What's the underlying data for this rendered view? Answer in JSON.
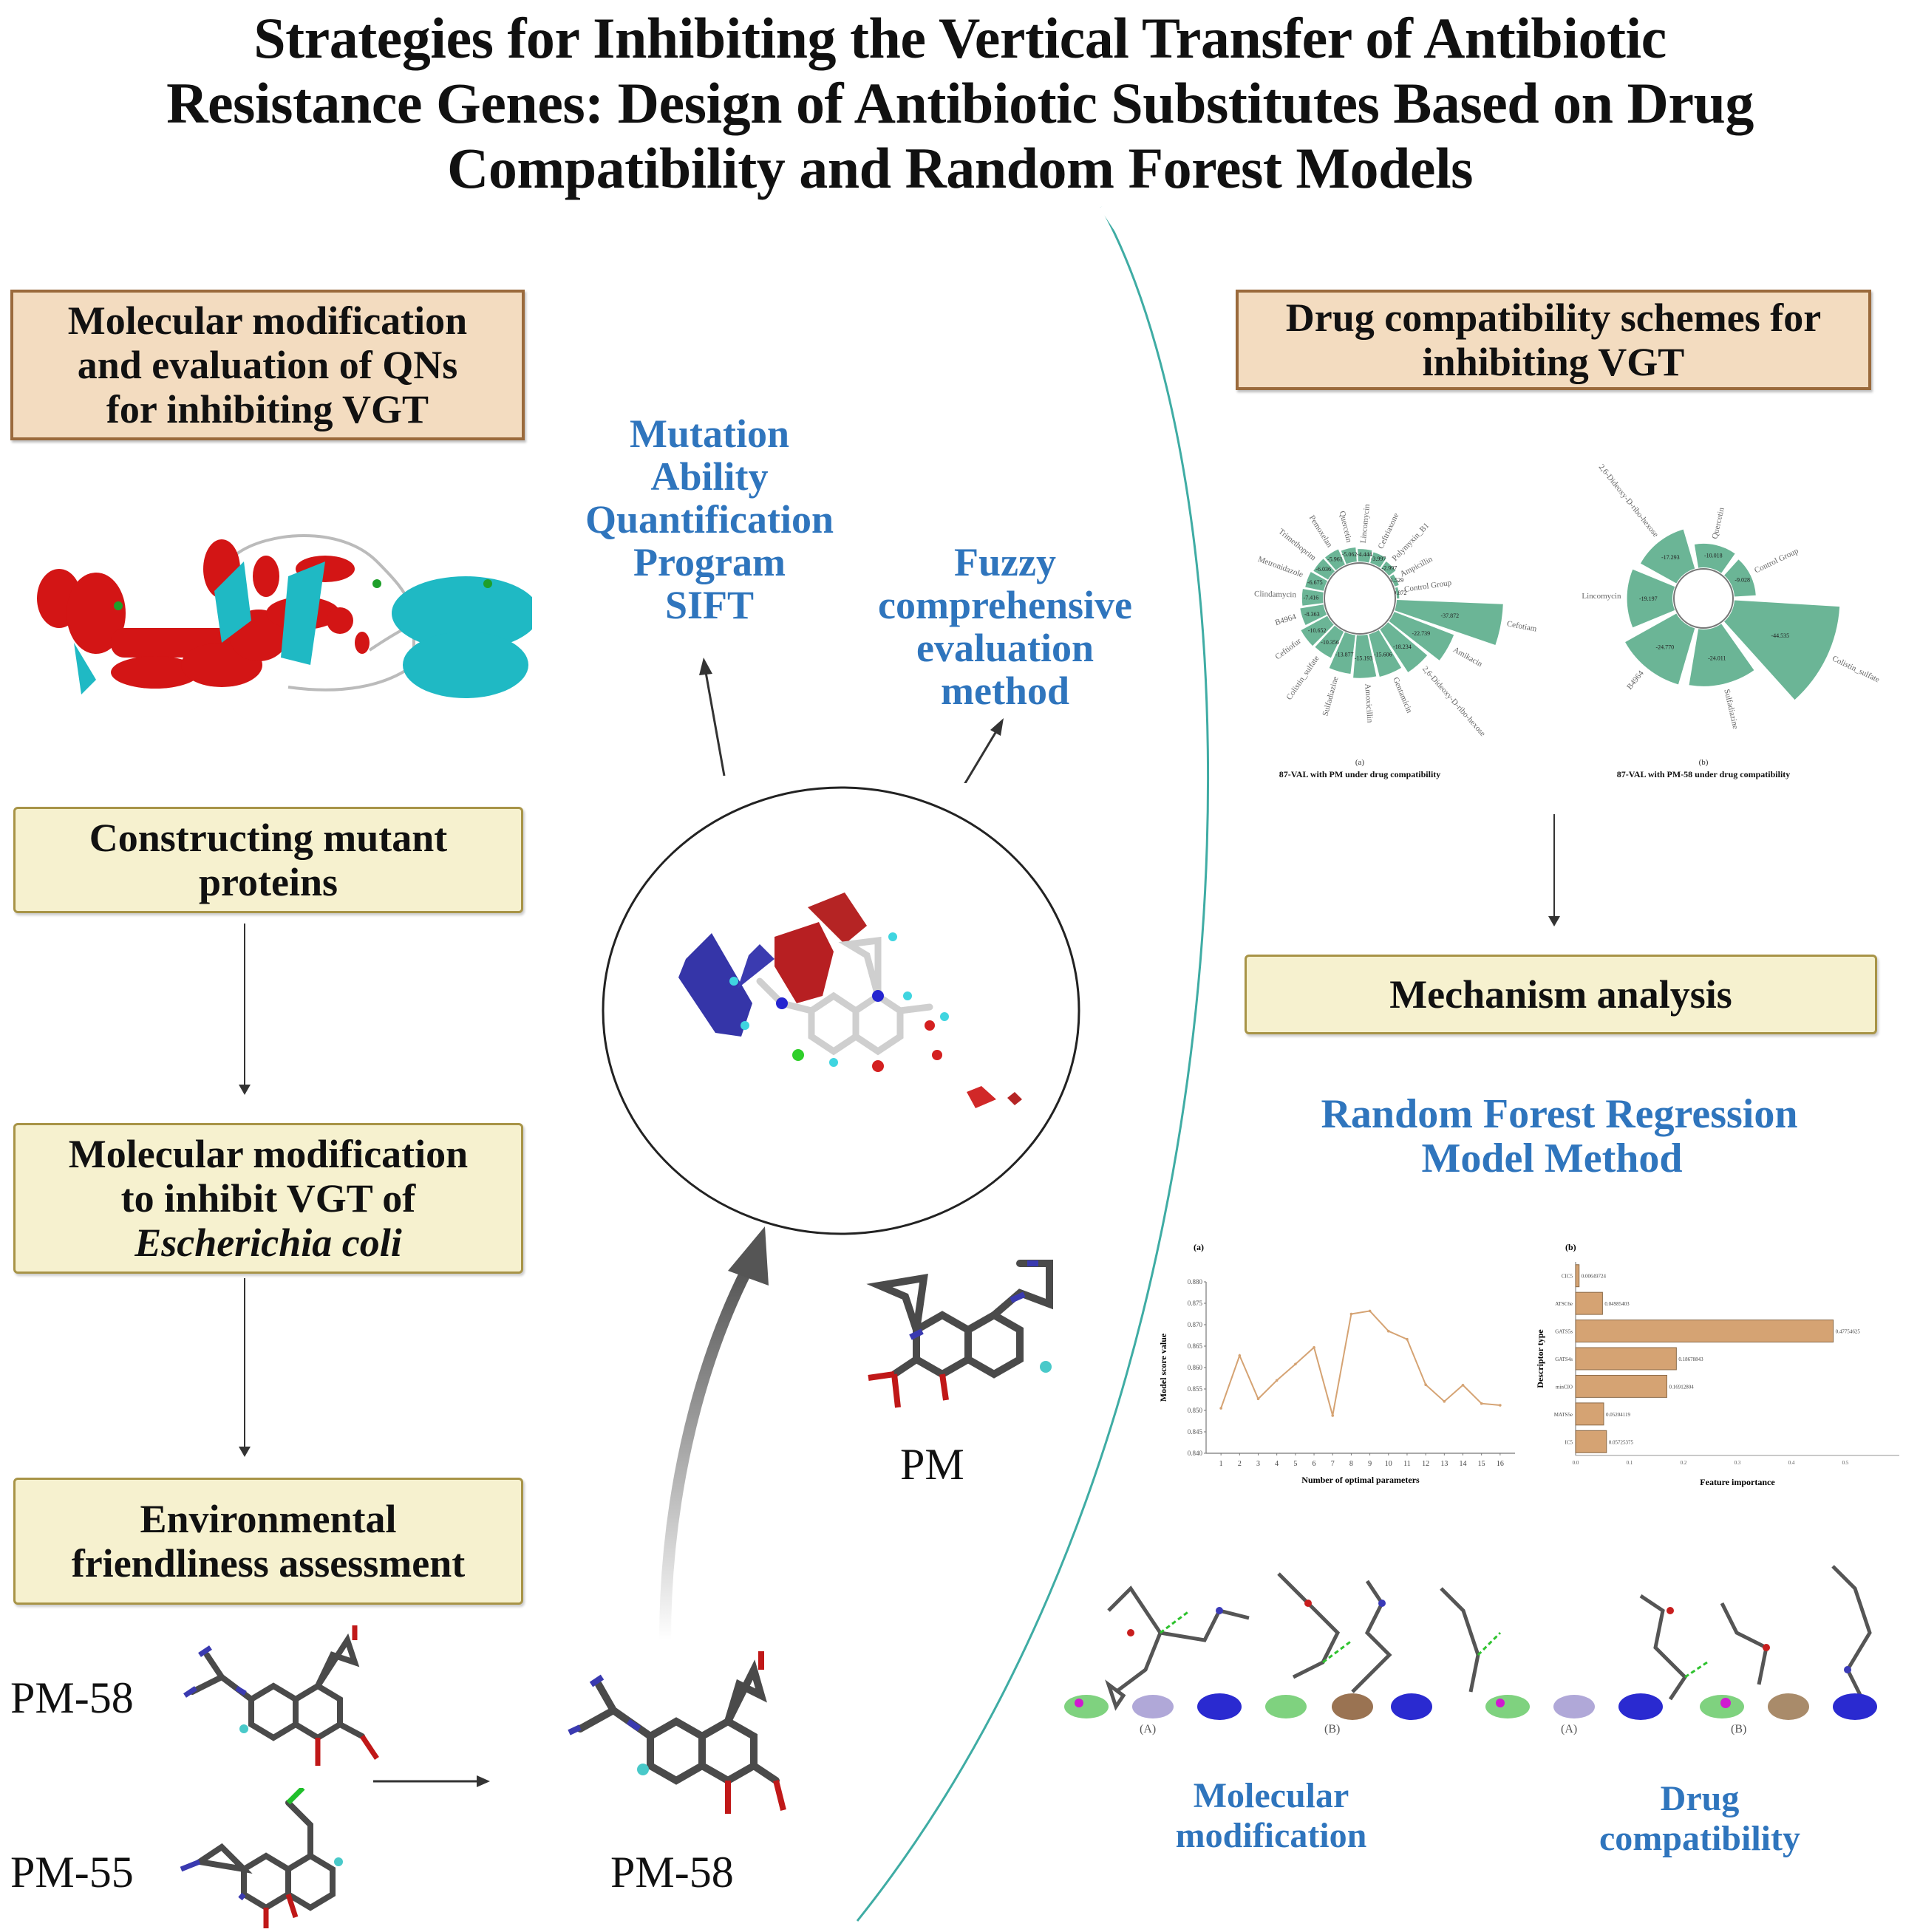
{
  "title": {
    "line1": "Strategies for Inhibiting the Vertical Transfer of Antibiotic",
    "line2": "Resistance Genes: Design of Antibiotic Substitutes Based on Drug",
    "line3": "Compatibility and Random Forest Models"
  },
  "left_column": {
    "box_qns": [
      "Molecular modification",
      "and evaluation of QNs",
      "for inhibiting VGT"
    ],
    "protein_image_label": "protein-structure",
    "box_mutant": [
      "Constructing mutant",
      "proteins"
    ],
    "box_modification": [
      "Molecular modification",
      "to inhibit VGT of",
      "Escherichia coli"
    ],
    "box_environment": [
      "Environmental",
      "friendliness assessment"
    ],
    "molecule_labels": [
      "PM-58",
      "PM-55"
    ]
  },
  "center_column": {
    "sift_label": [
      "Mutation",
      "Ability",
      "Quantification",
      "Program",
      "SIFT"
    ],
    "fuzzy_label": [
      "Fuzzy",
      "comprehensive",
      "evaluation",
      "method"
    ],
    "pm_label": "PM",
    "pm58_label": "PM-58"
  },
  "right_column": {
    "box_drug": [
      "Drug compatibility schemes for",
      "inhibiting VGT"
    ],
    "box_mechanism": "Mechanism analysis",
    "rf_label": [
      "Random Forest Regression",
      "Model Method"
    ],
    "bottom_labels": {
      "molecular": [
        "Molecular",
        "modification"
      ],
      "drug": [
        "Drug",
        "compatibility"
      ]
    },
    "docking_captions": [
      "(A)",
      "(B)",
      "(A)",
      "(B)"
    ]
  },
  "colors": {
    "accent_blue": "#2f75bd",
    "polar_green": "#6bb596",
    "chart_orange": "#d5a373",
    "tan_box": "#f3dcc0",
    "cream_box": "#f6f1cf",
    "divider_teal": "#2aa39a"
  },
  "chart_data": [
    {
      "type": "bar",
      "subtype": "polar",
      "panel": "(a)",
      "title": "87-VAL with PM under drug compatibility",
      "categories": [
        "Cefotiam",
        "Amikacin",
        "2,6-Dideoxy-D-ribo-hexose",
        "Gentamicin",
        "Amoxicillin",
        "Sulfadiazine",
        "Colistin_sulfate",
        "Ceftiofur",
        "B4964",
        "Clindamycin",
        "Metronidazole",
        "Trimethoprim",
        "Pemoxelan",
        "Quercetin",
        "Lincomycin",
        "Ceftriaxone",
        "Polymyxin_B1",
        "Ampicillin",
        "Control Group"
      ],
      "values": [
        -37.872,
        -22.739,
        -18.234,
        -15.606,
        -15.193,
        -13.877,
        -10.356,
        -10.652,
        -8.363,
        -7.416,
        -6.675,
        -6.036,
        -5.961,
        -5.062,
        -4.444,
        -3.997,
        -2.997,
        -1.529,
        -0.872
      ]
    },
    {
      "type": "bar",
      "subtype": "polar",
      "panel": "(b)",
      "title": "87-VAL with PM-58 under drug compatibility",
      "categories": [
        "Colistin_sulfate",
        "Sulfadiazine",
        "B4964",
        "Lincomycin",
        "2,6-Dideoxy-D-ribo-hexose",
        "Quercetin",
        "Control Group"
      ],
      "values": [
        -44.535,
        -24.011,
        -24.77,
        -19.197,
        -17.293,
        -10.018,
        -9.028
      ]
    },
    {
      "type": "line",
      "panel": "(a)",
      "title": "",
      "xlabel": "Number of optimal parameters",
      "ylabel": "Model score value",
      "x": [
        1,
        2,
        3,
        4,
        5,
        6,
        7,
        8,
        9,
        10,
        11,
        12,
        13,
        14,
        15,
        16
      ],
      "values": [
        0.8505,
        0.8628,
        0.8527,
        0.857,
        0.8608,
        0.8647,
        0.8488,
        0.8725,
        0.8732,
        0.8685,
        0.8666,
        0.856,
        0.8521,
        0.8559,
        0.8516,
        0.8512
      ],
      "ylim": [
        0.84,
        0.88
      ],
      "yticks": [
        "0.840",
        "0.845",
        "0.850",
        "0.855",
        "0.860",
        "0.865",
        "0.870",
        "0.875",
        "0.880"
      ],
      "xticks": [
        "1",
        "2",
        "3",
        "4",
        "5",
        "6",
        "7",
        "8",
        "9",
        "10",
        "11",
        "12",
        "13",
        "14",
        "15",
        "16"
      ]
    },
    {
      "type": "bar",
      "orientation": "horizontal",
      "panel": "(b)",
      "xlabel": "Feature importance",
      "ylabel": "Descriptor type",
      "categories": [
        "CIC5",
        "ATSC6e",
        "GATS5s",
        "GATS4s",
        "minCIO",
        "MATS5e",
        "IC5"
      ],
      "values": [
        0.00649724,
        0.04985403,
        0.47754625,
        0.18678843,
        0.16912804,
        0.05204119,
        0.05725375
      ],
      "value_labels": [
        "0.00649724",
        "0.04985403",
        "0.47754625",
        "0.18678843",
        "0.16912804",
        "0.05204119",
        "0.05725375"
      ],
      "xlim": [
        0,
        0.6
      ],
      "xticks": [
        "0.0",
        "0.1",
        "0.2",
        "0.3",
        "0.4",
        "0.5"
      ]
    }
  ]
}
